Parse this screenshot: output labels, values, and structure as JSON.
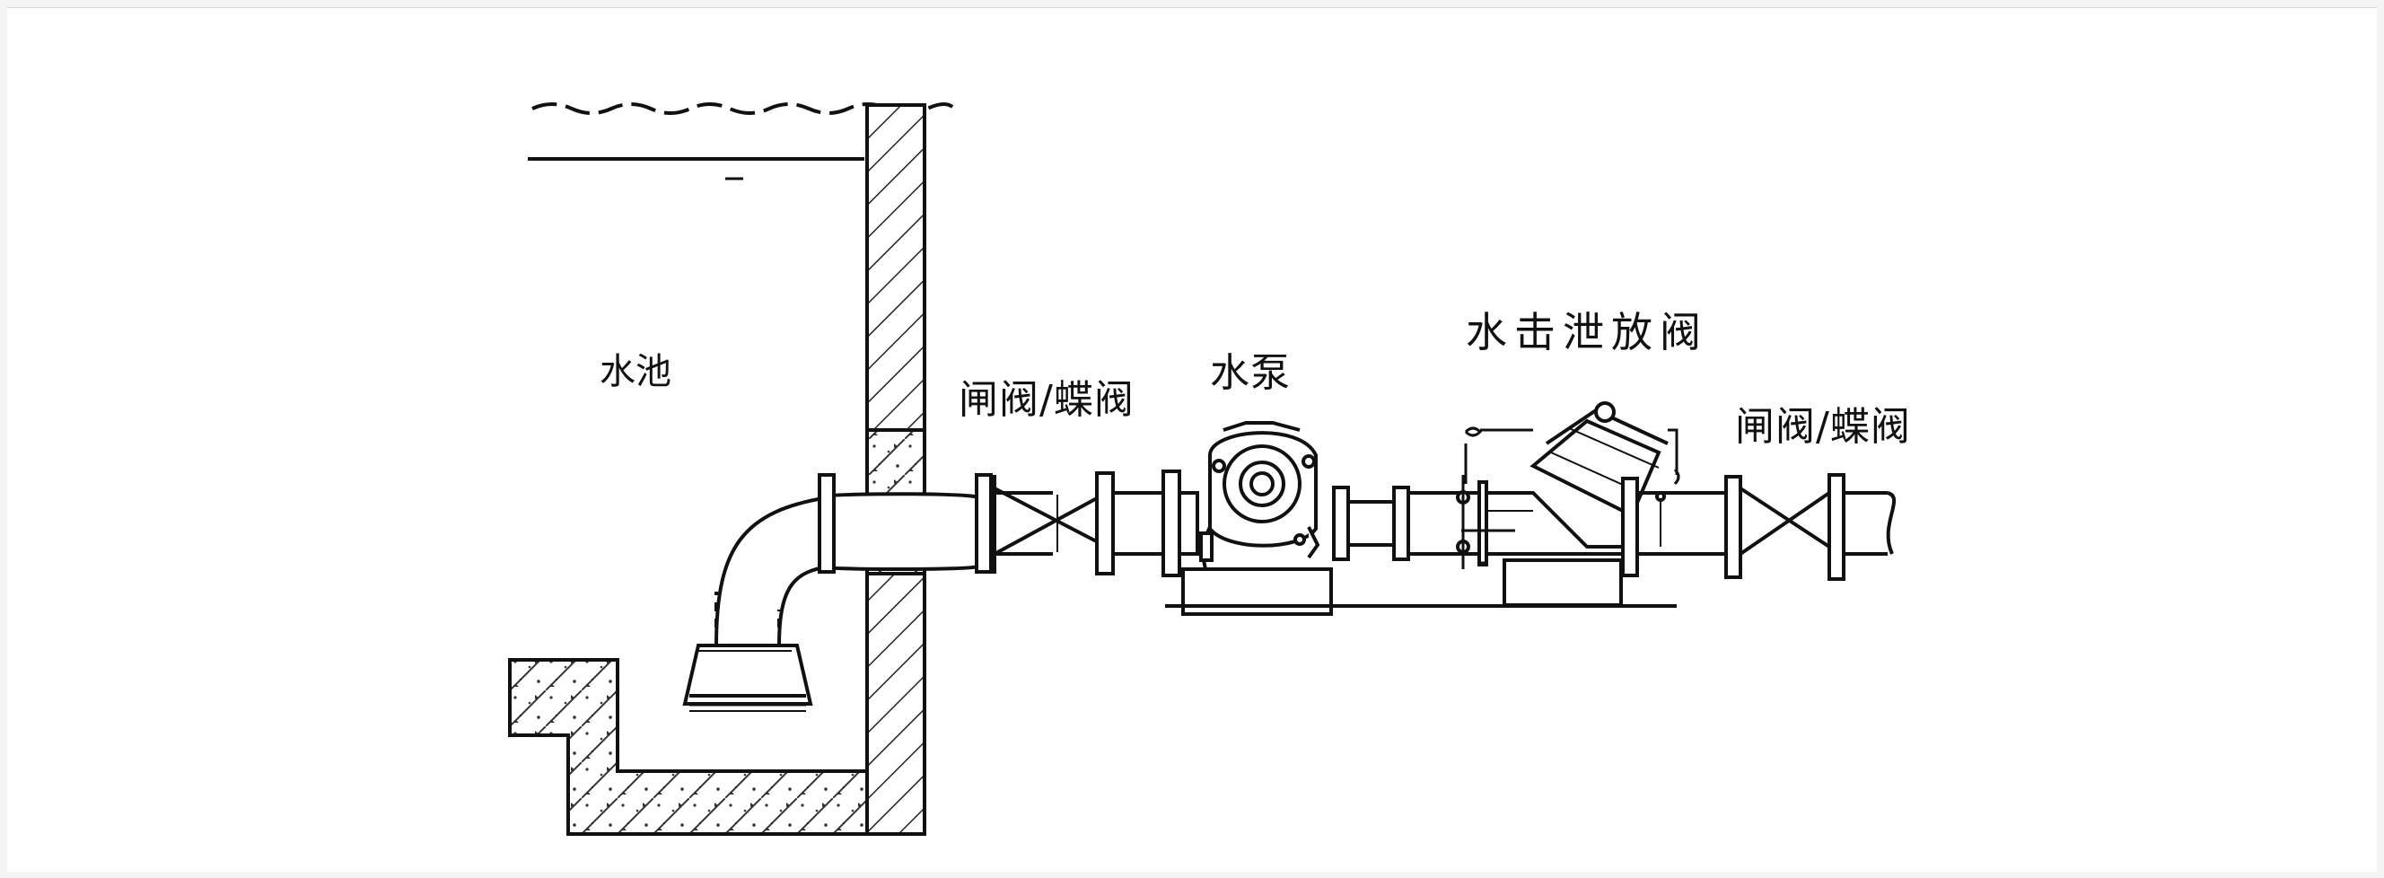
{
  "diagram": {
    "labels": {
      "pool": "水池",
      "gate_valve_left": "闸阀/蝶阀",
      "pump": "水泵",
      "relief_valve": "水击泄放阀",
      "gate_valve_right": "闸阀/蝶阀"
    },
    "colors": {
      "line": "#111111",
      "background": "#ffffff",
      "hatch": "#222222"
    }
  }
}
